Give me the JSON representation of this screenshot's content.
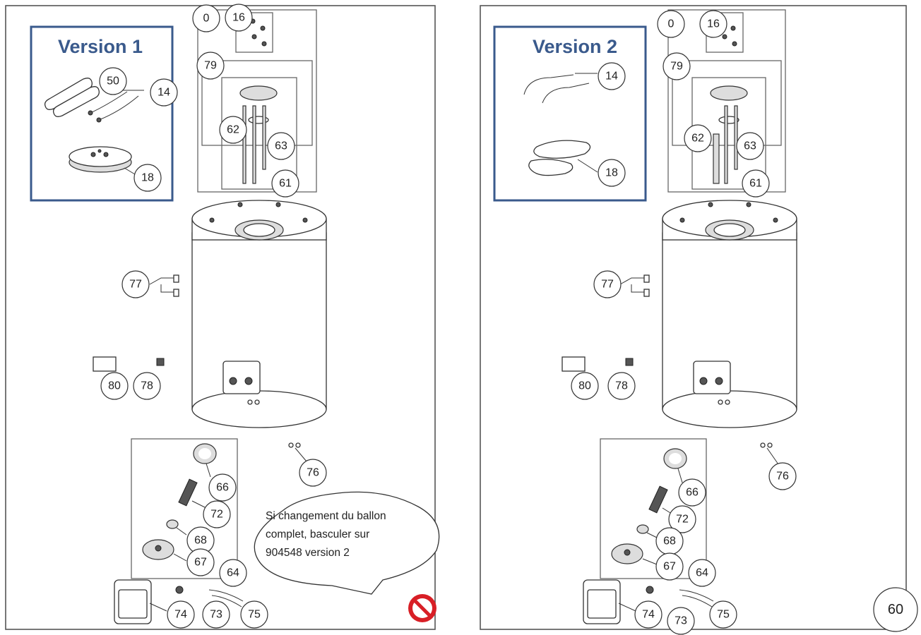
{
  "panels": [
    {
      "version_label": "Version 1",
      "callouts": {
        "c0": "0",
        "c16": "16",
        "c79": "79",
        "c62": "62",
        "c63": "63",
        "c61": "61",
        "c50": "50",
        "c14": "14",
        "c18": "18",
        "c77": "77",
        "c80": "80",
        "c78": "78",
        "c76": "76",
        "c66": "66",
        "c72": "72",
        "c68": "68",
        "c67": "67",
        "c64": "64",
        "c74": "74",
        "c73": "73",
        "c75": "75"
      }
    },
    {
      "version_label": "Version 2",
      "callouts": {
        "c0": "0",
        "c16": "16",
        "c79": "79",
        "c62": "62",
        "c63": "63",
        "c61": "61",
        "c14": "14",
        "c18": "18",
        "c77": "77",
        "c80": "80",
        "c78": "78",
        "c76": "76",
        "c66": "66",
        "c72": "72",
        "c68": "68",
        "c67": "67",
        "c64": "64",
        "c74": "74",
        "c73": "73",
        "c75": "75"
      }
    }
  ],
  "note": {
    "line1": "Si changement du ballon",
    "line2": "complet, basculer sur",
    "line3": "904548 version 2"
  },
  "page_number": "60",
  "colors": {
    "version_blue": "#3a5a8c",
    "no_entry_red": "#d81f26"
  },
  "icons": {
    "warning": "no-entry-icon"
  }
}
